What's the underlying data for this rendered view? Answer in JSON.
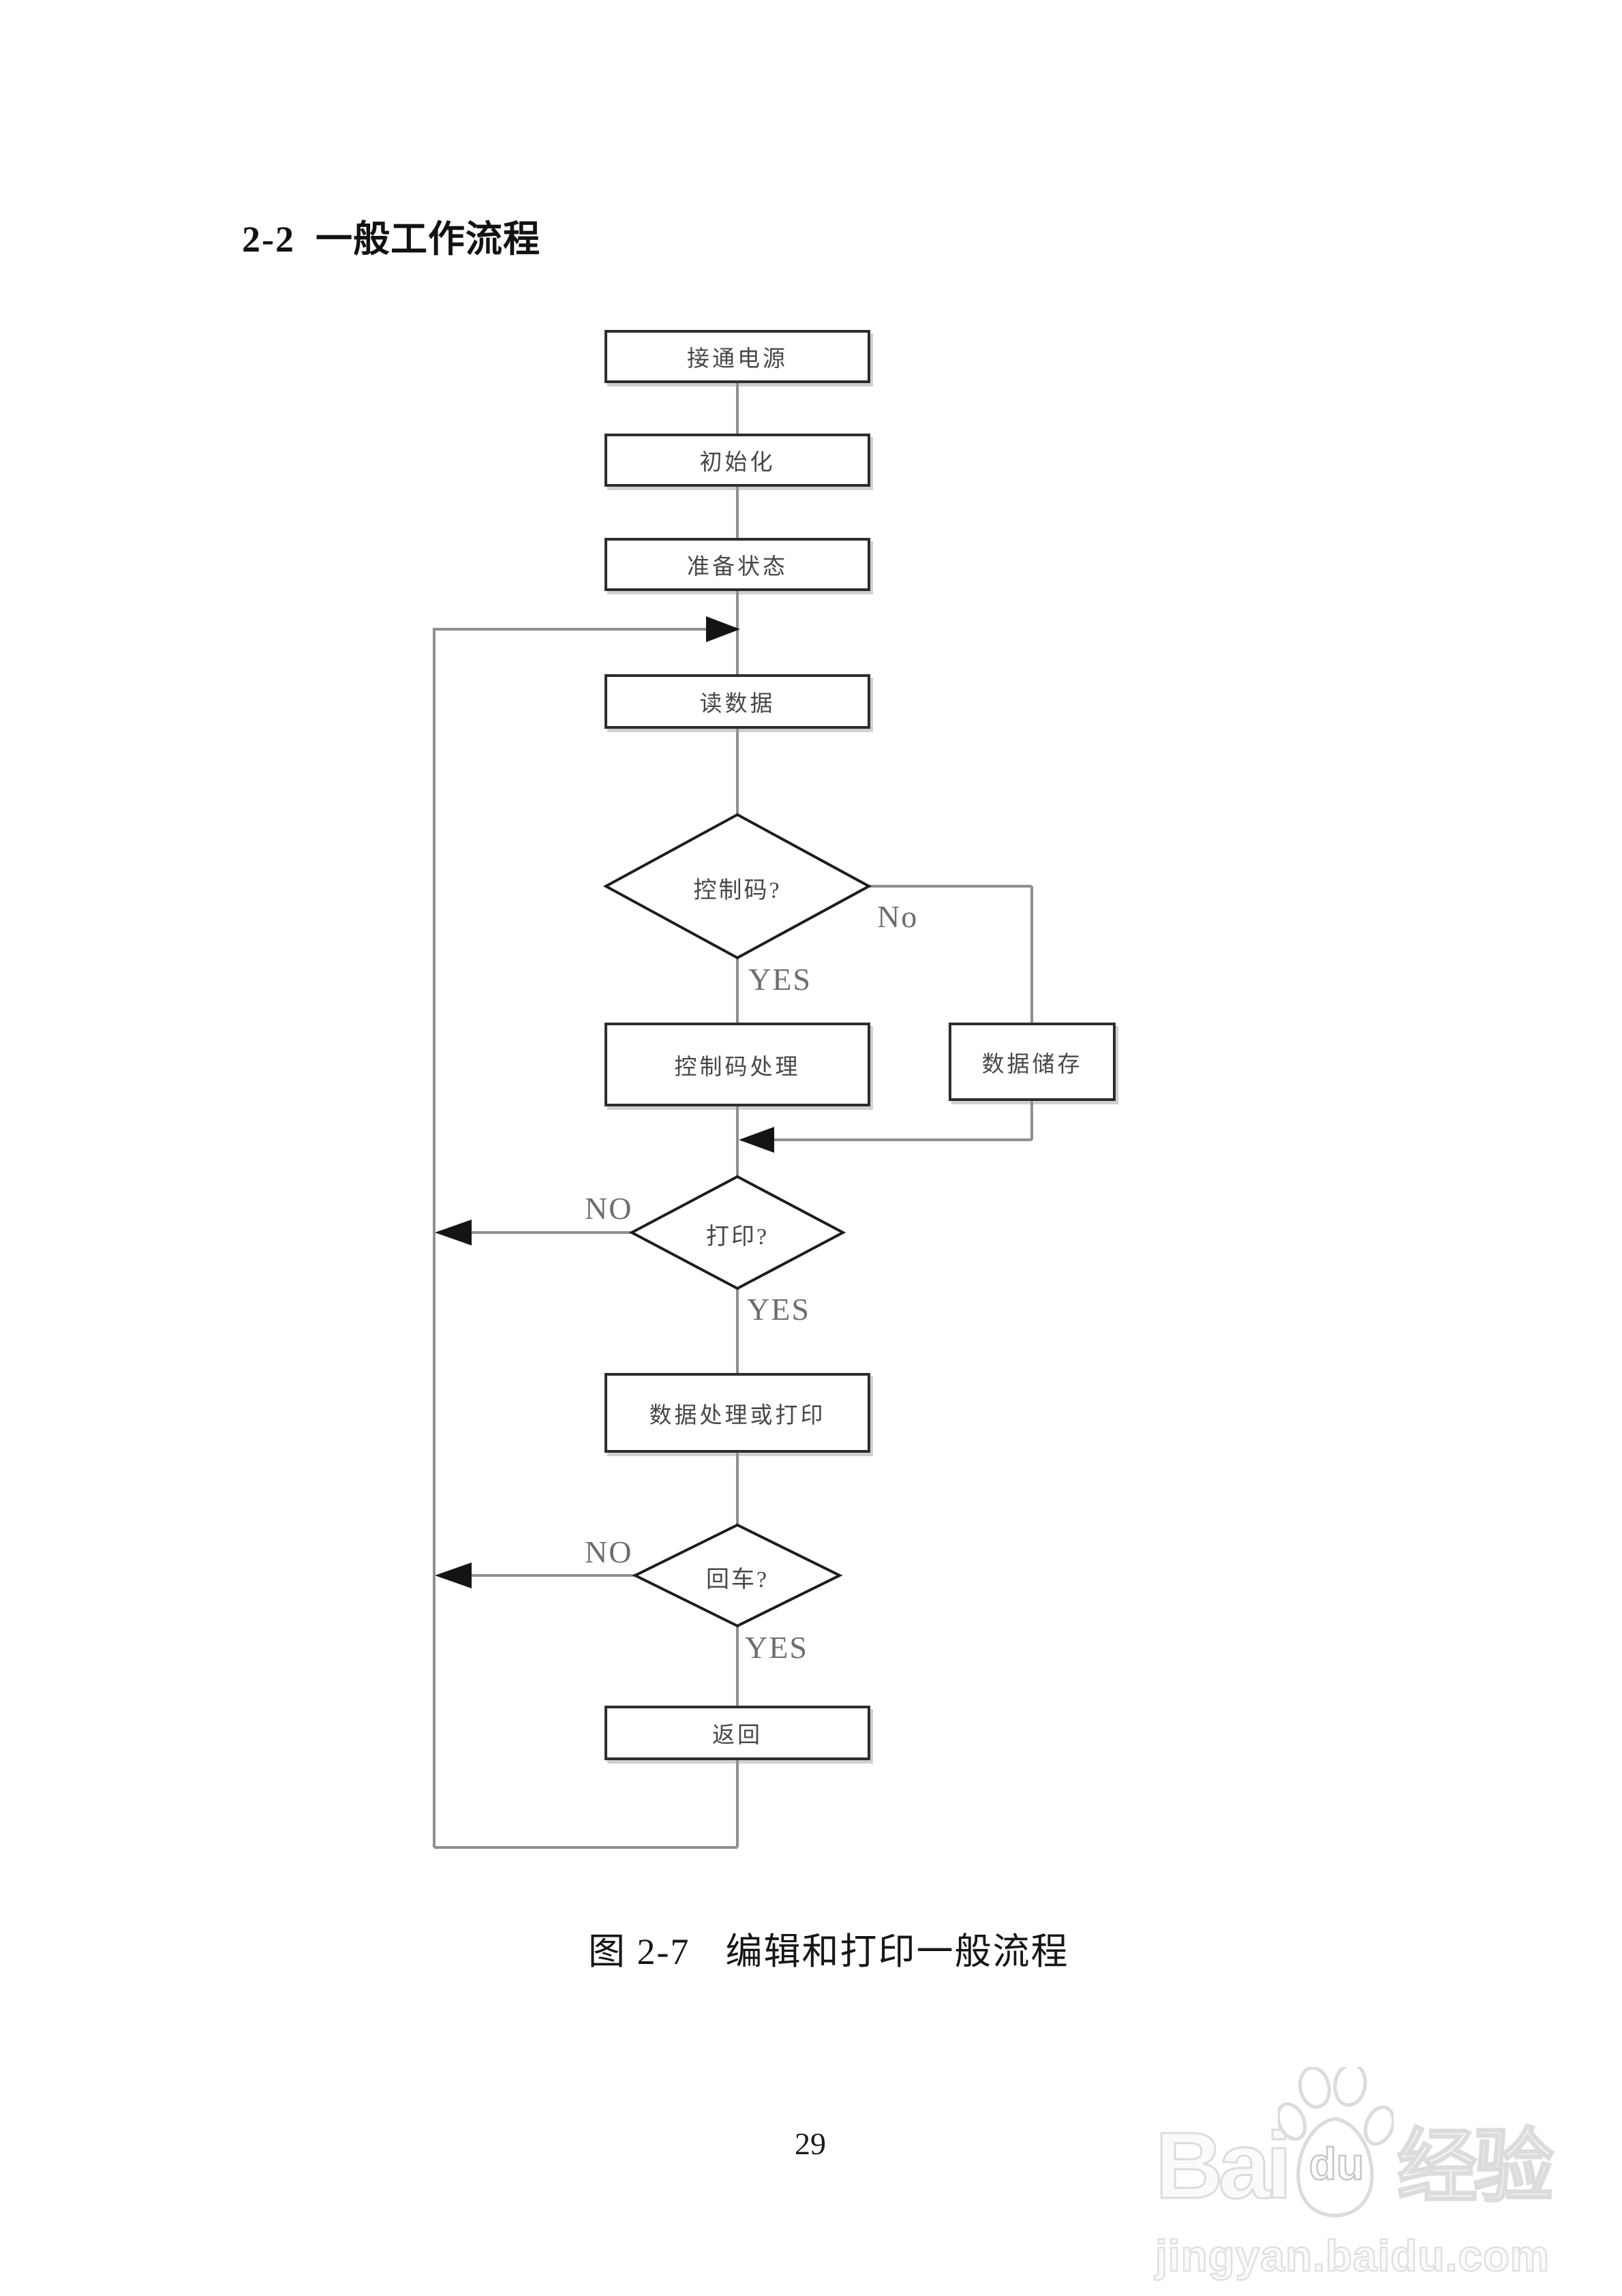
{
  "page": {
    "section_number": "2-2",
    "section_title": "一般工作流程",
    "caption_label": "图 2-7",
    "caption_title": "编辑和打印一般流程",
    "page_number": "29"
  },
  "flowchart": {
    "nodes": {
      "power_on": "接通电源",
      "initialize": "初始化",
      "ready": "准备状态",
      "read_data": "读数据",
      "control_code_q": "控制码?",
      "control_code_process": "控制码处理",
      "data_store": "数据储存",
      "print_q": "打印?",
      "data_process_or_print": "数据处理或打印",
      "carriage_return_q": "回车?",
      "return": "返回"
    },
    "branch_labels": {
      "control_code_no": "No",
      "control_code_yes": "YES",
      "print_no": "NO",
      "print_yes": "YES",
      "return_no": "NO",
      "return_yes": "YES"
    },
    "colors": {
      "box_border": "#2d2d2d",
      "connector_line": "#8f8f8f",
      "arrowhead": "#141414",
      "label_gray": "#6d6d6d"
    }
  },
  "watermark": {
    "brand_prefix": "Bai",
    "brand_paw_text": "du",
    "brand_suffix": "经验",
    "url": "jingyan.baidu.com"
  }
}
